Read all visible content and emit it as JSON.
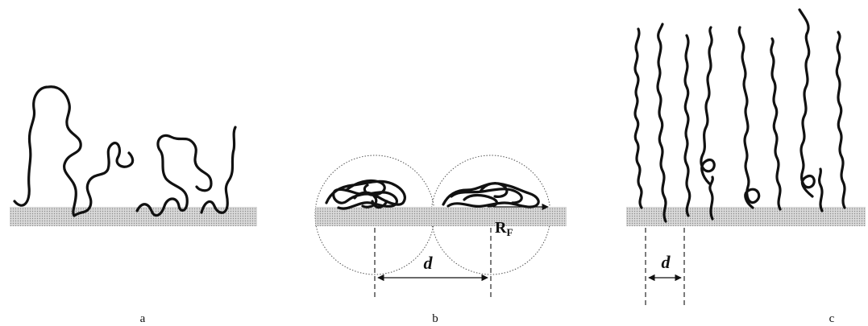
{
  "panels": {
    "a": {
      "label": "a"
    },
    "b": {
      "label": "b",
      "spacing_label": "d",
      "radius_label": "R",
      "radius_subscript": "F"
    },
    "c": {
      "label": "c",
      "spacing_label": "d"
    }
  }
}
